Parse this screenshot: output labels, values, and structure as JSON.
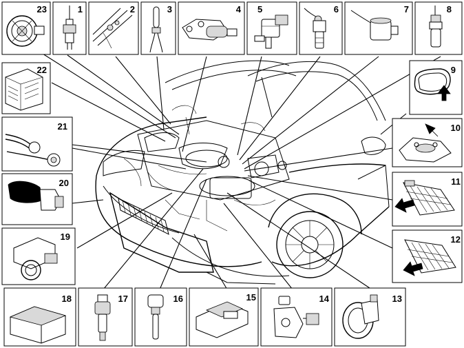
{
  "diagram": {
    "panel_numbers": [
      "23",
      "1",
      "2",
      "3",
      "4",
      "5",
      "6",
      "7",
      "8",
      "9",
      "10",
      "11",
      "12",
      "13",
      "14",
      "15",
      "16",
      "17",
      "18",
      "19",
      "20",
      "21",
      "22"
    ]
  }
}
